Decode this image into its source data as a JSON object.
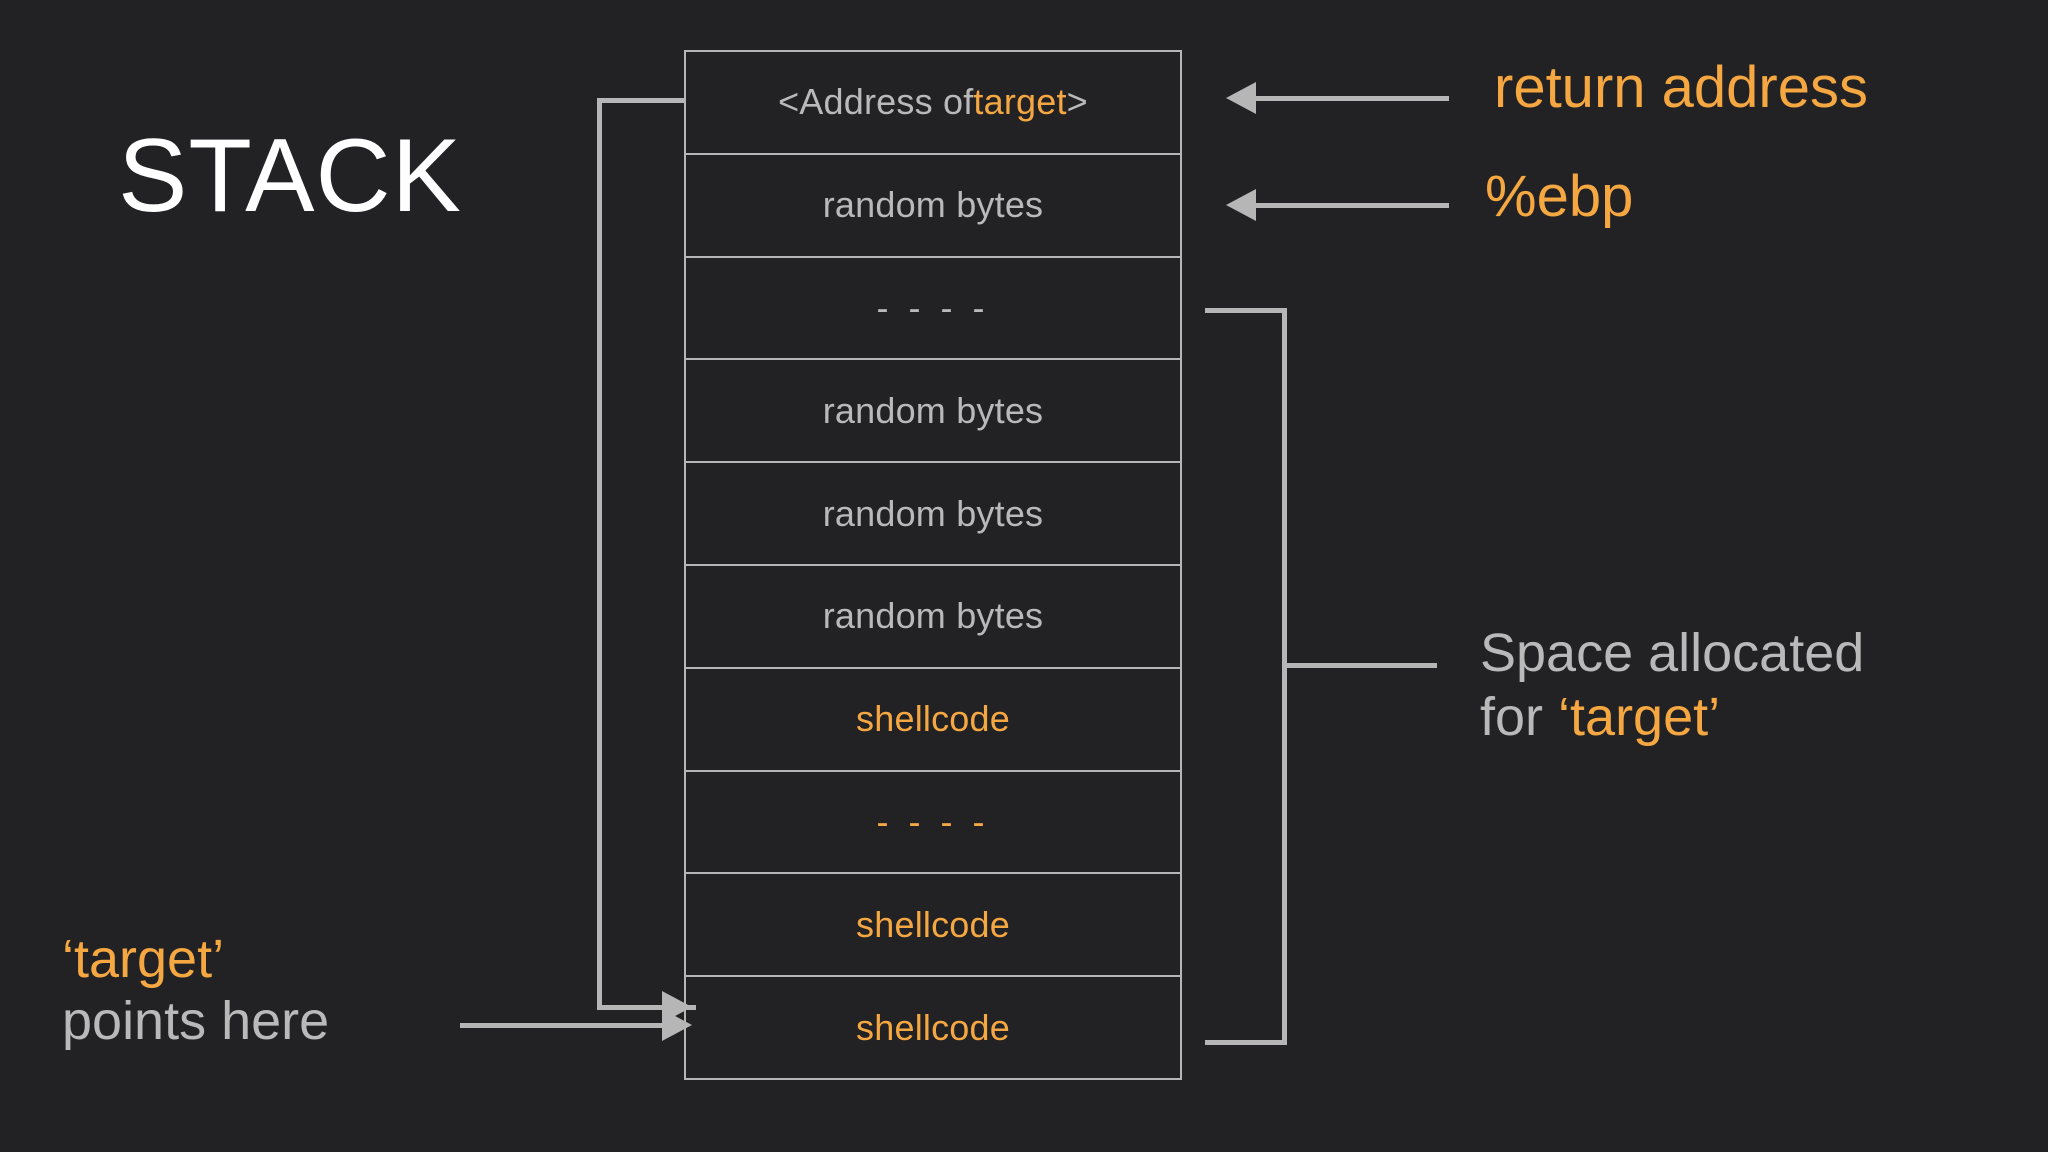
{
  "slide": {
    "background_color": "#222124",
    "title": "STACK",
    "title_color": "#ffffff"
  },
  "colors": {
    "background": "#222124",
    "accent_orange": "#f5a742",
    "text_gray": "#b9b9b9",
    "line_gray": "#b6b6b6"
  },
  "stack_table": {
    "rows": [
      {
        "prefix": "<Address of ",
        "highlight": "target",
        "suffix": ">",
        "style": "gray-with-orange"
      },
      {
        "text": "random bytes",
        "style": "gray"
      },
      {
        "text": "- - - -",
        "style": "gray-dashes"
      },
      {
        "text": "random bytes",
        "style": "gray"
      },
      {
        "text": "random bytes",
        "style": "gray"
      },
      {
        "text": "random bytes",
        "style": "gray"
      },
      {
        "text": "shellcode",
        "style": "orange"
      },
      {
        "text": "- - - -",
        "style": "orange-dashes"
      },
      {
        "text": "shellcode",
        "style": "orange"
      },
      {
        "text": "shellcode",
        "style": "orange"
      }
    ]
  },
  "annotations": {
    "return_address": "return address",
    "ebp": "%ebp",
    "space_allocated_line1": "Space allocated",
    "space_allocated_line2_prefix": "for ",
    "space_allocated_line2_highlight": "‘target’",
    "target_points_line1": "‘target’",
    "target_points_line2": "points here"
  }
}
